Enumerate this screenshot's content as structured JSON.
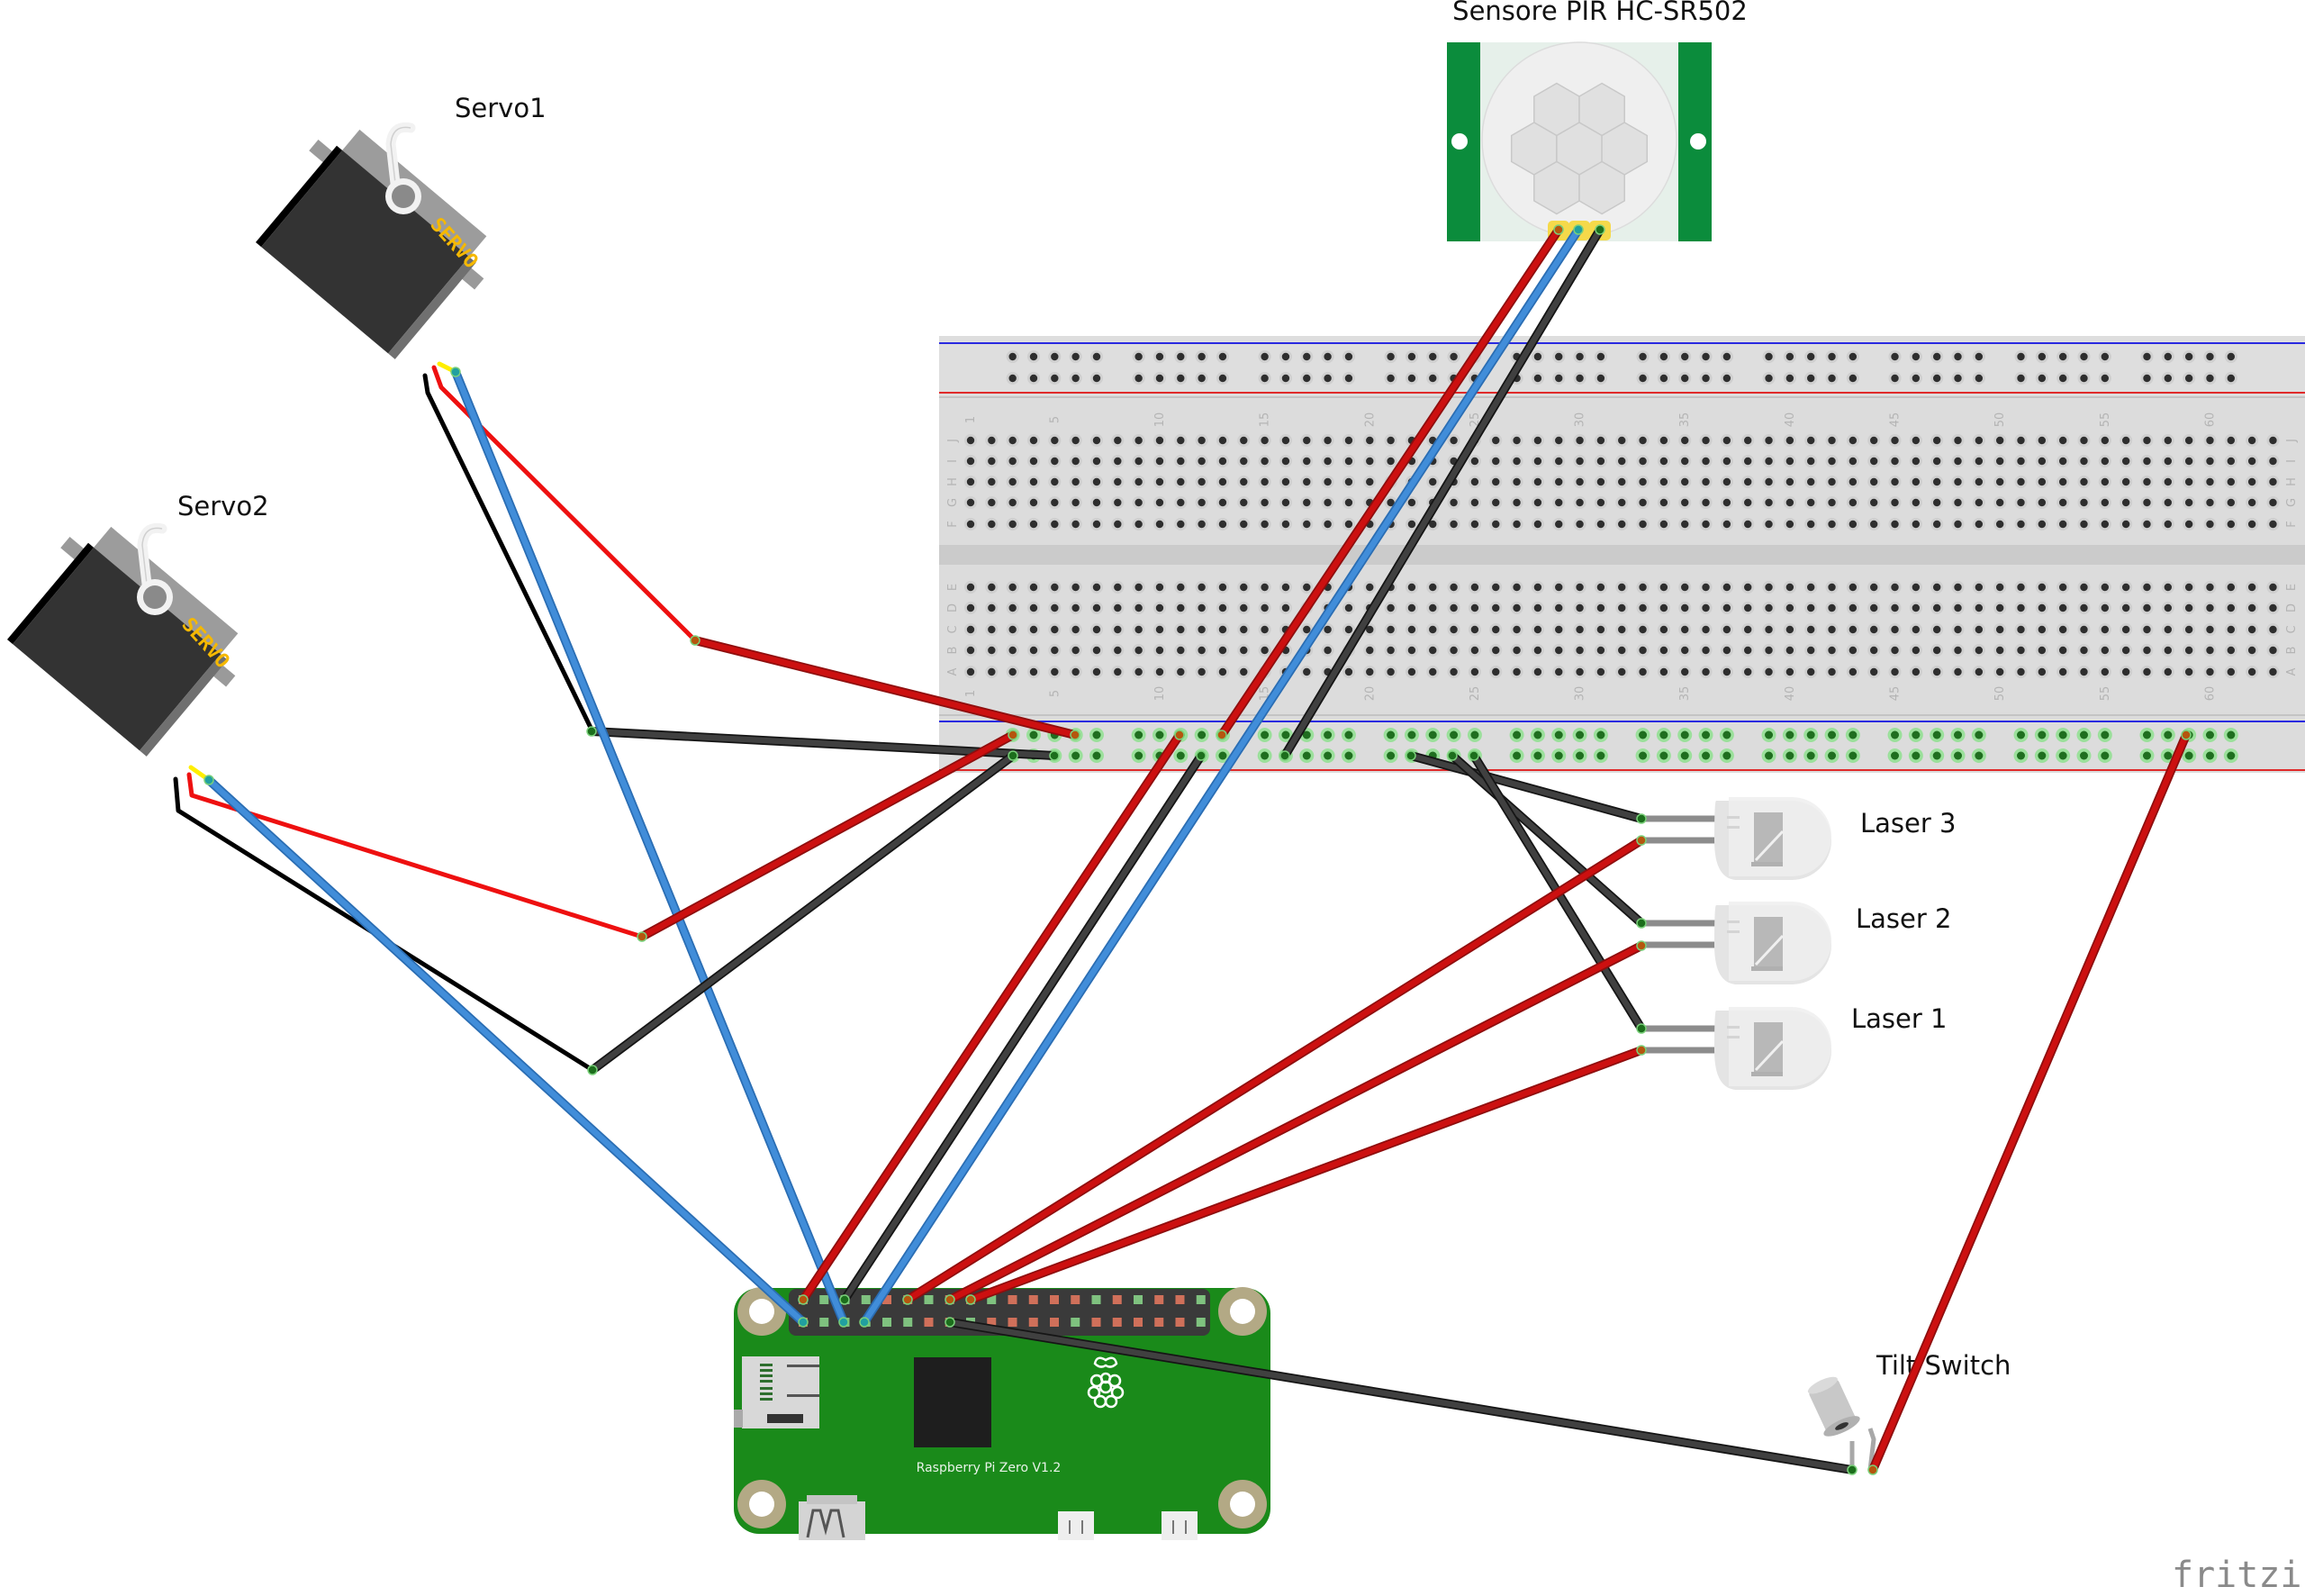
{
  "app": "Fritzing",
  "watermark": "fritzing",
  "colors": {
    "wire_red": "#cc1010",
    "wire_red_dark": "#8e0e0e",
    "wire_black": "#404040",
    "wire_black_dark": "#151515",
    "wire_blue": "#418dd9",
    "wire_blue_dark": "#2a6db3",
    "lead_red": "#ee1010",
    "lead_black": "#000000",
    "lead_yellow": "#ffee00",
    "pcb_green": "#1a8a1a",
    "pir_green": "#0b8c3c",
    "breadboard": "#dcdcdc",
    "rail_blue": "#2a2ae0",
    "rail_red": "#e02a2a",
    "servo_label": "#f5b800"
  },
  "components": {
    "pir": {
      "label": "Sensore PIR HC-SR502"
    },
    "servo1": {
      "label": "Servo1",
      "body_text": "SERVO"
    },
    "servo2": {
      "label": "Servo2",
      "body_text": "SERVO"
    },
    "laser3": {
      "label": "Laser 3"
    },
    "laser2": {
      "label": "Laser 2"
    },
    "laser1": {
      "label": "Laser 1"
    },
    "tilt": {
      "label": "Tilt Switch"
    },
    "pi": {
      "label": "Raspberry Pi Zero V1.2"
    }
  },
  "breadboard": {
    "columns": 63,
    "rows_top": [
      "J",
      "I",
      "H",
      "G",
      "F"
    ],
    "rows_bottom": [
      "E",
      "D",
      "C",
      "B",
      "A"
    ],
    "column_labels": [
      "1",
      "5",
      "10",
      "15",
      "20",
      "25",
      "30",
      "35",
      "40",
      "45",
      "50",
      "55",
      "60"
    ],
    "active_rail_columns_note": "bottom power rail highlighted green"
  },
  "connections": [
    {
      "id": "pir-vcc",
      "from": "PIR VCC",
      "to": "breadboard rail +",
      "color": "red"
    },
    {
      "id": "pir-out",
      "from": "PIR OUT",
      "to": "Raspberry Pi GPIO",
      "color": "blue"
    },
    {
      "id": "pir-gnd",
      "from": "PIR GND",
      "to": "breadboard rail -",
      "color": "black"
    },
    {
      "id": "servo1-pwr",
      "from": "Servo1 V+",
      "to": "breadboard rail +",
      "color": "red"
    },
    {
      "id": "servo1-gnd",
      "from": "Servo1 GND",
      "to": "breadboard rail -",
      "color": "black"
    },
    {
      "id": "servo1-sig",
      "from": "Servo1 signal",
      "to": "Raspberry Pi GPIO",
      "color": "blue"
    },
    {
      "id": "servo2-pwr",
      "from": "Servo2 V+",
      "to": "breadboard rail +",
      "color": "red"
    },
    {
      "id": "servo2-gnd",
      "from": "Servo2 GND",
      "to": "breadboard rail -",
      "color": "black"
    },
    {
      "id": "servo2-sig",
      "from": "Servo2 signal",
      "to": "Raspberry Pi GPIO",
      "color": "blue"
    },
    {
      "id": "laser1-gnd",
      "from": "Laser 1 -",
      "to": "breadboard rail -",
      "color": "black"
    },
    {
      "id": "laser2-gnd",
      "from": "Laser 2 -",
      "to": "breadboard rail -",
      "color": "black"
    },
    {
      "id": "laser3-gnd",
      "from": "Laser 3 -",
      "to": "breadboard rail -",
      "color": "black"
    },
    {
      "id": "laser1-sig",
      "from": "Laser 1 +",
      "to": "Raspberry Pi GPIO",
      "color": "red"
    },
    {
      "id": "laser2-sig",
      "from": "Laser 2 +",
      "to": "Raspberry Pi GPIO",
      "color": "red"
    },
    {
      "id": "laser3-sig",
      "from": "Laser 3 +",
      "to": "Raspberry Pi GPIO",
      "color": "red"
    },
    {
      "id": "tilt-gnd",
      "from": "Tilt Switch",
      "to": "Raspberry Pi GND",
      "color": "black"
    },
    {
      "id": "tilt-pwr",
      "from": "Tilt Switch",
      "to": "breadboard rail +",
      "color": "red"
    },
    {
      "id": "pi-5v",
      "from": "Raspberry Pi 5V",
      "to": "breadboard rail +",
      "color": "red"
    },
    {
      "id": "pi-gnd",
      "from": "Raspberry Pi GND",
      "to": "breadboard rail -",
      "color": "black"
    }
  ]
}
